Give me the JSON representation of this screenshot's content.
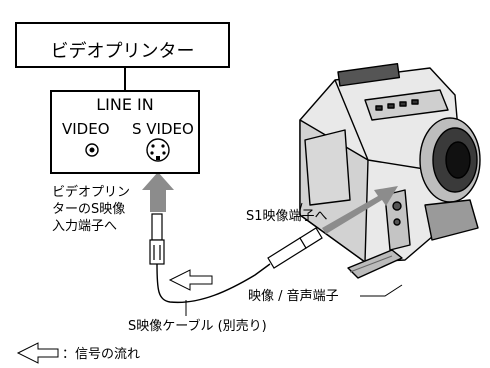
{
  "printer": {
    "label": "ビデオプリンター"
  },
  "panel": {
    "title": "LINE IN",
    "video_label": "VIDEO",
    "svideo_label": "S VIDEO"
  },
  "labels": {
    "printer_input": [
      "ビデオプリン",
      "ターのS映像",
      "入力端子へ"
    ],
    "s1_jack": "S1映像端子へ",
    "av_jack": "映像 / 音声端子",
    "cable": "S映像ケーブル (別売り)"
  },
  "legend": {
    "text": "：信号の流れ"
  },
  "colors": {
    "stroke": "#000000",
    "arrow": "#8c8c8c",
    "camera_body": "#e6e6e6"
  }
}
